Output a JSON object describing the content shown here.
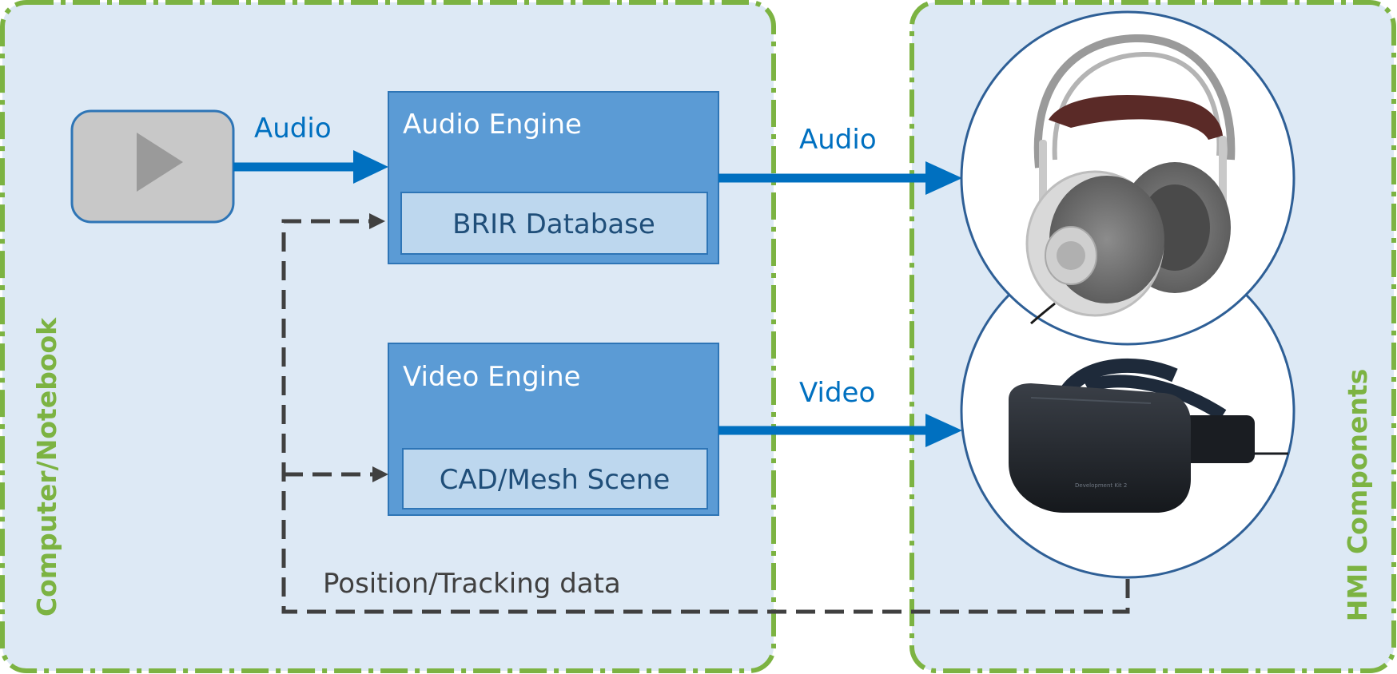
{
  "colors": {
    "panel_fill": "#dde9f5",
    "panel_border": "#7cb342",
    "engine_fill": "#5b9bd5",
    "engine_border": "#2e75b6",
    "inner_fill": "#bdd7ee",
    "inner_text": "#1f4e79",
    "flow_arrow": "#0070c0",
    "tracking_line": "#404040",
    "circle_border": "#2e5f96",
    "player_fill": "#c8c8c8",
    "player_border": "#2e75b6",
    "play_icon": "#9a9a9a"
  },
  "panels": {
    "left_label": "Computer/Notebook",
    "right_label": "HMI Components"
  },
  "engines": {
    "audio_engine": "Audio Engine",
    "brir_database": "BRIR Database",
    "video_engine": "Video Engine",
    "cad_mesh_scene": "CAD/Mesh Scene"
  },
  "flows": {
    "audio_input": "Audio",
    "audio_output": "Audio",
    "video_output": "Video",
    "tracking": "Position/Tracking data"
  },
  "icons": {
    "player": "play-icon",
    "headphones": "headphones-icon",
    "vr_headset": "vr-headset-icon"
  },
  "device_text": {
    "vr_headset_print": "Development Kit 2"
  }
}
